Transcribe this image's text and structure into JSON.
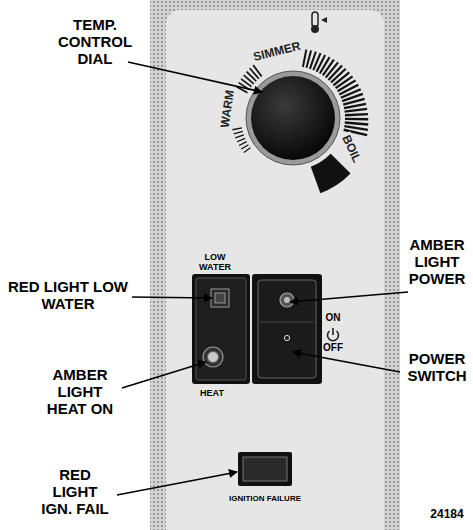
{
  "diagram": {
    "labels": [
      "TEMP. CONTROL DIAL",
      "WARM",
      "SIMMER",
      "BOIL",
      "LOW WATER",
      "AMBER LIGHT POWER",
      "RED LIGHT LOW WATER",
      "ON",
      "POWER SWITCH",
      "OFF",
      "AMBER LIGHT HEAT ON",
      "HEAT",
      "RED LIGHT IGN. FAIL",
      "IGNITION FAILURE",
      "24184"
    ]
  }
}
